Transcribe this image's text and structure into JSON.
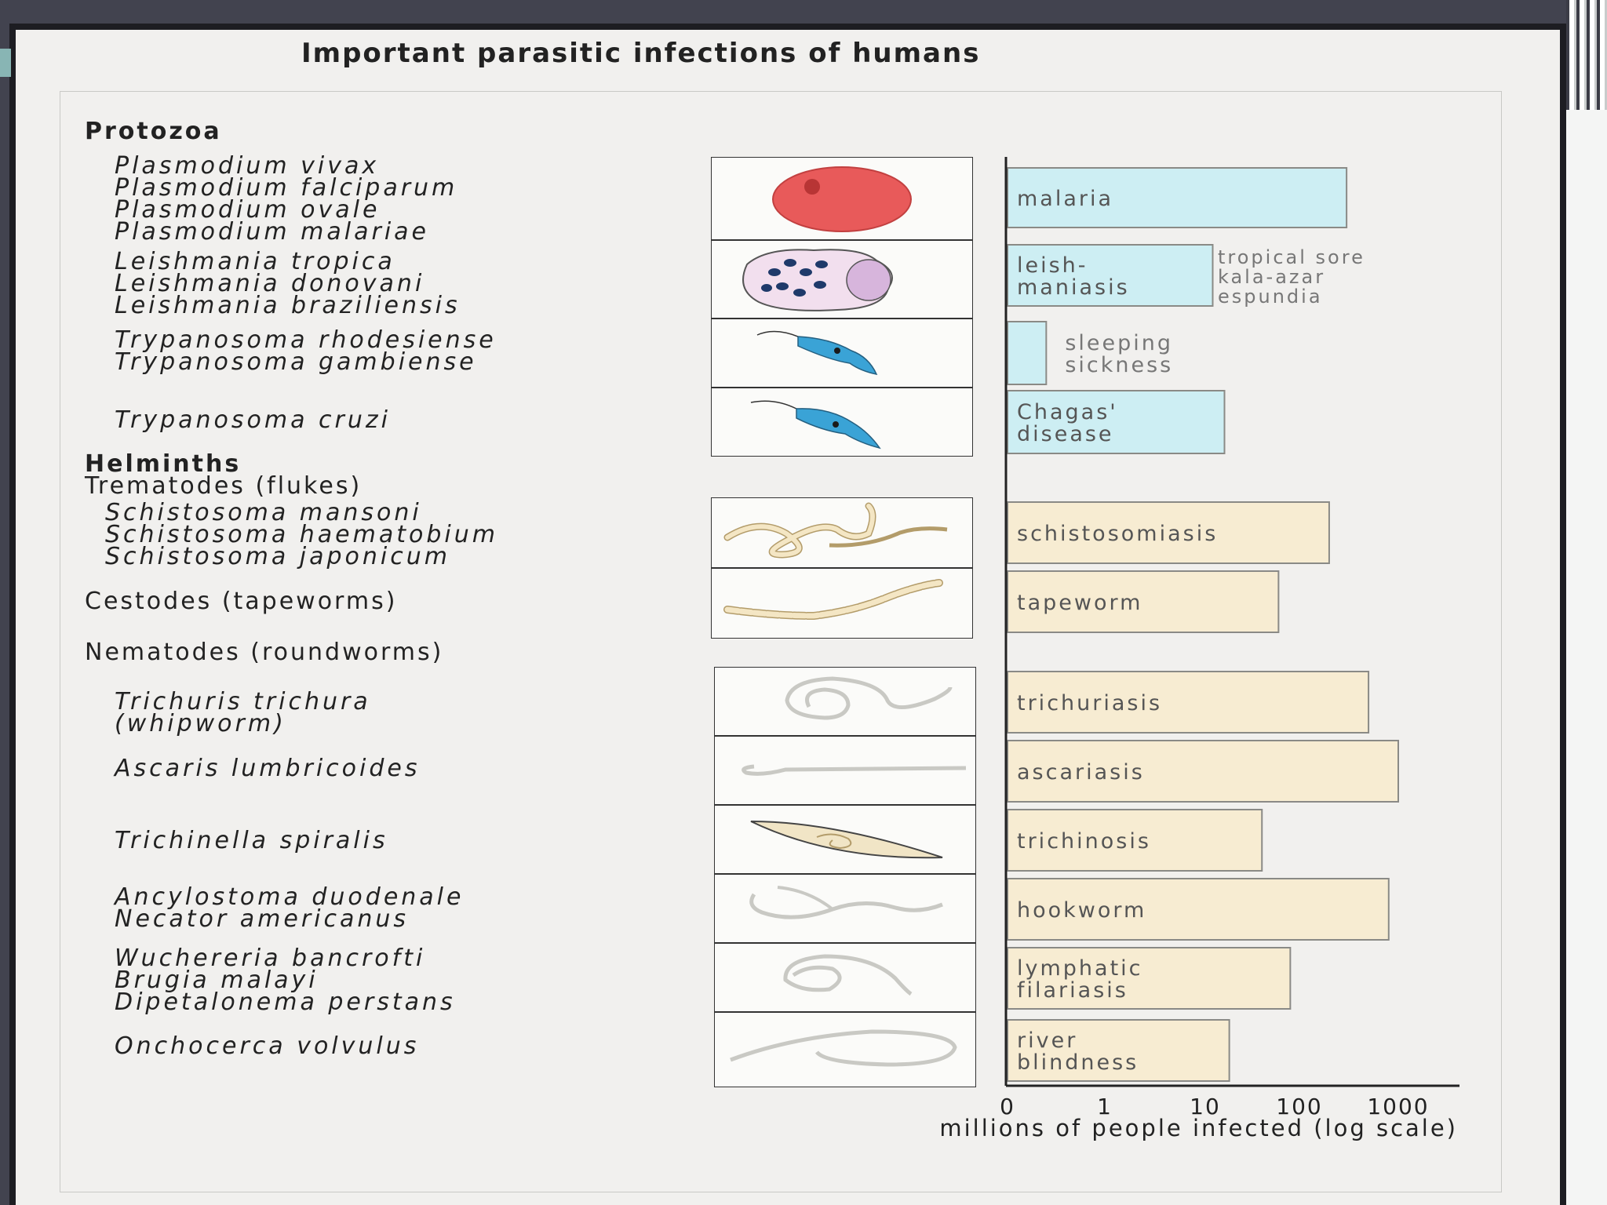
{
  "title": "Important parasitic infections of humans",
  "groups": {
    "protozoa": "Protozoa",
    "helminths": "Helminths",
    "trematodes": "Trematodes (flukes)",
    "cestodes": "Cestodes (tapeworms)",
    "nematodes": "Nematodes (roundworms)"
  },
  "species": {
    "plasmodium": [
      "Plasmodium vivax",
      "Plasmodium falciparum",
      "Plasmodium ovale",
      "Plasmodium malariae"
    ],
    "leishmania": [
      "Leishmania tropica",
      "Leishmania donovani",
      "Leishmania braziliensis"
    ],
    "trypanosoma_afr": [
      "Trypanosoma rhodesiense",
      "Trypanosoma gambiense"
    ],
    "trypanosoma_cruzi": [
      "Trypanosoma cruzi"
    ],
    "schistosoma": [
      "Schistosoma mansoni",
      "Schistosoma haematobium",
      "Schistosoma japonicum"
    ],
    "trichuris": [
      "Trichuris trichura",
      "(whipworm)"
    ],
    "ascaris": [
      "Ascaris lumbricoides"
    ],
    "trichinella": [
      "Trichinella spiralis"
    ],
    "hookworm": [
      "Ancylostoma duodenale",
      "Necator americanus"
    ],
    "filarial": [
      "Wuchereria bancrofti",
      "Brugia malayi",
      "Dipetalonema perstans"
    ],
    "onchocerca": [
      "Onchocerca volvulus"
    ]
  },
  "side_notes": [
    "tropical sore",
    "kala-azar",
    "espundia"
  ],
  "colors": {
    "protozoa_bar": "#cdeef3",
    "helminth_bar": "#f7ecd2",
    "bar_border": "#8a8a86",
    "malaria_cell": "#e85a5a",
    "trypanosome": "#3aa3d6"
  },
  "chart_data": {
    "type": "bar",
    "orientation": "horizontal",
    "x_scale": "log",
    "xlabel": "millions of people infected (log scale)",
    "x_ticks": [
      "0",
      "1",
      "10",
      "100",
      "1000"
    ],
    "categories": [
      "malaria",
      "leish- maniasis",
      "sleeping sickness",
      "Chagas' disease",
      "schistosomiasis",
      "tapeworm",
      "trichuriasis",
      "ascariasis",
      "trichinosis",
      "hookworm",
      "lymphatic filariasis",
      "river blindness"
    ],
    "bar_labels": [
      [
        "malaria"
      ],
      [
        "leish-",
        "maniasis"
      ],
      [
        "sleeping",
        "sickness"
      ],
      [
        "Chagas'",
        "disease"
      ],
      [
        "schistosomiasis"
      ],
      [
        "tapeworm"
      ],
      [
        "trichuriasis"
      ],
      [
        "ascariasis"
      ],
      [
        "trichinosis"
      ],
      [
        "hookworm"
      ],
      [
        "lymphatic",
        "filariasis"
      ],
      [
        "river",
        "blindness"
      ]
    ],
    "values": [
      300,
      12,
      0.25,
      16,
      200,
      60,
      500,
      1000,
      40,
      800,
      80,
      18
    ],
    "groups": [
      "protozoa",
      "protozoa",
      "protozoa",
      "protozoa",
      "helminth",
      "helminth",
      "helminth",
      "helminth",
      "helminth",
      "helminth",
      "helminth",
      "helminth"
    ],
    "label_outside": [
      false,
      false,
      true,
      false,
      false,
      false,
      false,
      false,
      false,
      false,
      false,
      false
    ]
  }
}
